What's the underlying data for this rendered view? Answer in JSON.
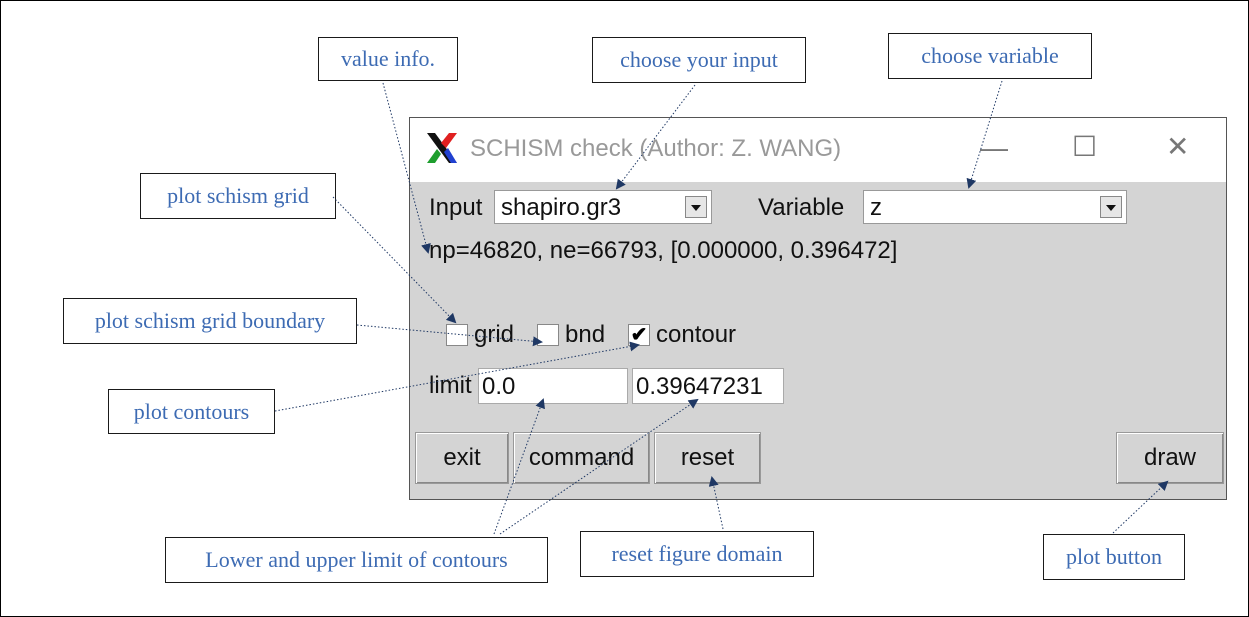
{
  "window": {
    "title": "SCHISM check (Author: Z. WANG)",
    "logo": "x-logo-icon",
    "controls": [
      "minimize-icon",
      "maximize-icon",
      "close-icon"
    ]
  },
  "input": {
    "label": "Input",
    "value": "shapiro.gr3"
  },
  "variable": {
    "label": "Variable",
    "value": "z"
  },
  "info_text": "np=46820, ne=66793, [0.000000, 0.396472]",
  "checkboxes": [
    {
      "label": "grid",
      "checked": false
    },
    {
      "label": "bnd",
      "checked": false
    },
    {
      "label": "contour",
      "checked": true
    }
  ],
  "limit": {
    "label": "limit",
    "lower": "0.0",
    "upper": "0.39647231"
  },
  "buttons": {
    "exit": "exit",
    "command": "command",
    "reset": "reset",
    "draw": "draw"
  },
  "annotations": {
    "value_info": "value info.",
    "choose_input": "choose your input",
    "choose_variable": "choose variable",
    "plot_grid": "plot schism grid",
    "plot_boundary": "plot schism grid boundary",
    "plot_contours": "plot contours",
    "limits": "Lower and upper limit of contours",
    "reset_domain": "reset figure domain",
    "plot_button": "plot button"
  },
  "colors": {
    "annotation_text": "#3d6bb3",
    "arrow": "#1f3864",
    "window_bg": "#d4d4d4"
  }
}
